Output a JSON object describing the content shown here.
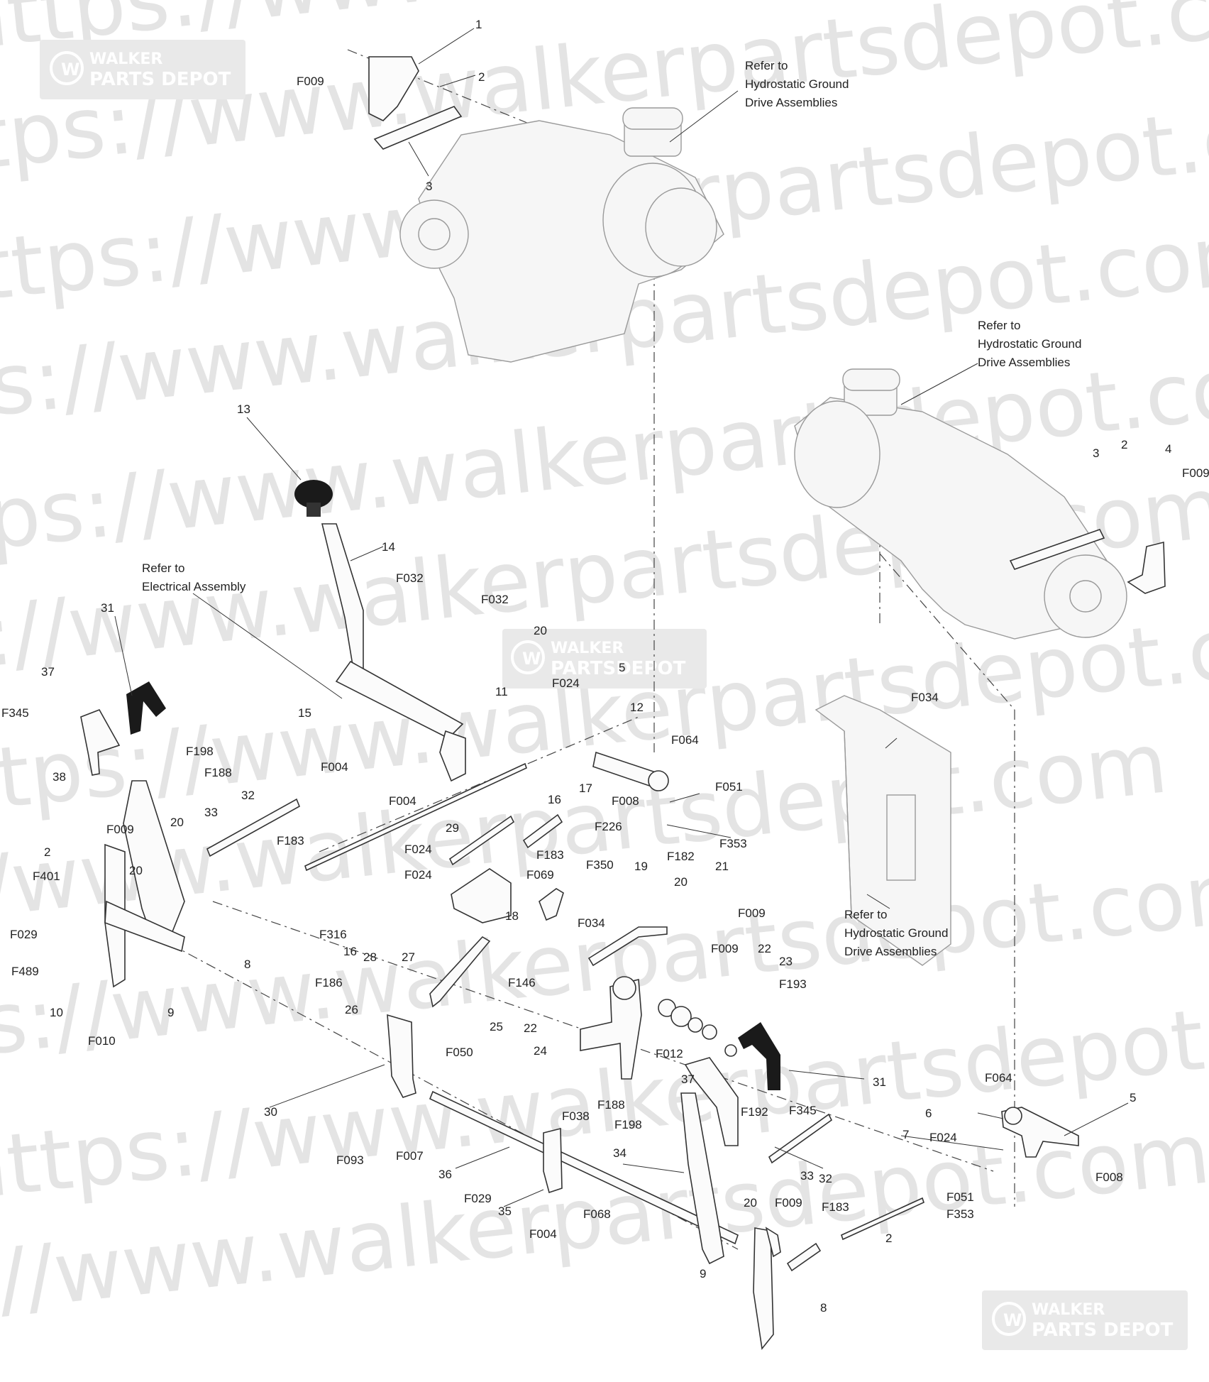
{
  "watermark_lines": [
    "https://www.walkerpartsdepot.com",
    "https://www.walkerpartsdepot.com",
    "https://www.walkerpartsdepot.com",
    "https://www.walkerpartsdepot.com",
    "https://www.walkerpartsdepot.com",
    "https://www.walkerpartsdepot.com",
    "https://www.walkerpartsdepot.com",
    "https://www.walkerpartsdepot.com",
    "https://www.walkerpartsdepot.com",
    "https://www.walkerpartsdepot.com",
    "https://www.walkerpartsdepot.com"
  ],
  "brand_badge": {
    "top": "WALKER",
    "bottom": "PARTS DEPOT",
    "center_bottom": "PARTSDEPOT"
  },
  "notes": {
    "hydro_top": [
      "Refer to",
      "Hydrostatic Ground",
      "Drive Assemblies"
    ],
    "hydro_right": [
      "Refer to",
      "Hydrostatic Ground",
      "Drive Assemblies"
    ],
    "hydro_bottom": [
      "Refer to",
      "Hydrostatic Ground",
      "Drive Assemblies"
    ],
    "electrical": [
      "Refer to",
      "Electrical Assembly"
    ]
  },
  "callouts": [
    "1",
    "2",
    "F009",
    "3",
    "13",
    "14",
    "F032",
    "F032",
    "20",
    "31",
    "37",
    "F345",
    "15",
    "F004",
    "F004",
    "11",
    "F024",
    "5",
    "12",
    "F064",
    "F008",
    "F051",
    "F353",
    "38",
    "F198",
    "F188",
    "F009",
    "32",
    "33",
    "2",
    "20",
    "F401",
    "20",
    "F183",
    "F024",
    "16",
    "17",
    "F226",
    "29",
    "F183",
    "F069",
    "F350",
    "19",
    "F182",
    "F024",
    "F029",
    "F489",
    "F316",
    "16",
    "28",
    "27",
    "18",
    "F034",
    "20",
    "21",
    "F009",
    "F009",
    "F146",
    "8",
    "22",
    "23",
    "F193",
    "F186",
    "26",
    "25",
    "F050",
    "22",
    "24",
    "F012",
    "10",
    "9",
    "F010",
    "31",
    "37",
    "F188",
    "F198",
    "F192",
    "F345",
    "F038",
    "30",
    "F093",
    "F007",
    "36",
    "F029",
    "35",
    "F004",
    "F068",
    "34",
    "32",
    "33",
    "20",
    "F009",
    "F183",
    "7",
    "2",
    "8",
    "9",
    "F064",
    "6",
    "5",
    "F024",
    "F008",
    "F051",
    "F353",
    "F034",
    "3",
    "2",
    "4",
    "F009"
  ],
  "colors": {
    "line": "#333333",
    "watermark": "#e4e4e4",
    "badge": "#e9e9e9",
    "handle": "#1a1a1a"
  }
}
